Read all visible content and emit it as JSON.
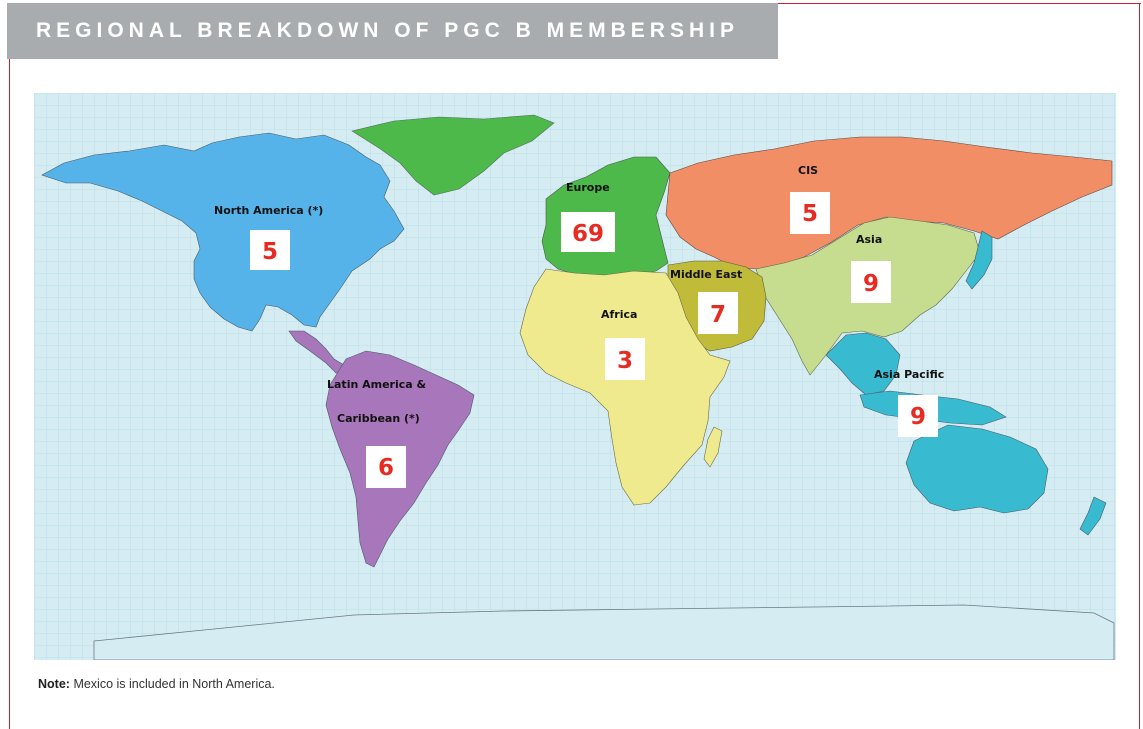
{
  "title": "REGIONAL BREAKDOWN OF PGC B MEMBERSHIP",
  "note": {
    "label": "Note:",
    "text": "Mexico is included in North America."
  },
  "regions": [
    {
      "key": "north-america",
      "name": "North America (*)",
      "count": "5",
      "color": "#56b3ea"
    },
    {
      "key": "latin-america",
      "name_line1": "Latin America &",
      "name_line2": "Caribbean (*)",
      "count": "6",
      "color": "#a876bb"
    },
    {
      "key": "europe",
      "name": "Europe",
      "count": "69",
      "color": "#4cb94a"
    },
    {
      "key": "cis",
      "name": "CIS",
      "count": "5",
      "color": "#f28e66"
    },
    {
      "key": "asia",
      "name": "Asia",
      "count": "9",
      "color": "#c6dd8f"
    },
    {
      "key": "middle-east",
      "name": "Middle East",
      "count": "7",
      "color": "#c1bb3a"
    },
    {
      "key": "africa",
      "name": "Africa",
      "count": "3",
      "color": "#efea8e"
    },
    {
      "key": "asia-pacific",
      "name": "Asia Pacific",
      "count": "9",
      "color": "#38bad1"
    }
  ],
  "colors": {
    "ocean": "#d4ecf2",
    "grid": "#b6dbe6",
    "frame": "#c9202f",
    "title_bar": "#a9acae",
    "count_text": "#e62b22",
    "greenland": "#4cb94a"
  }
}
